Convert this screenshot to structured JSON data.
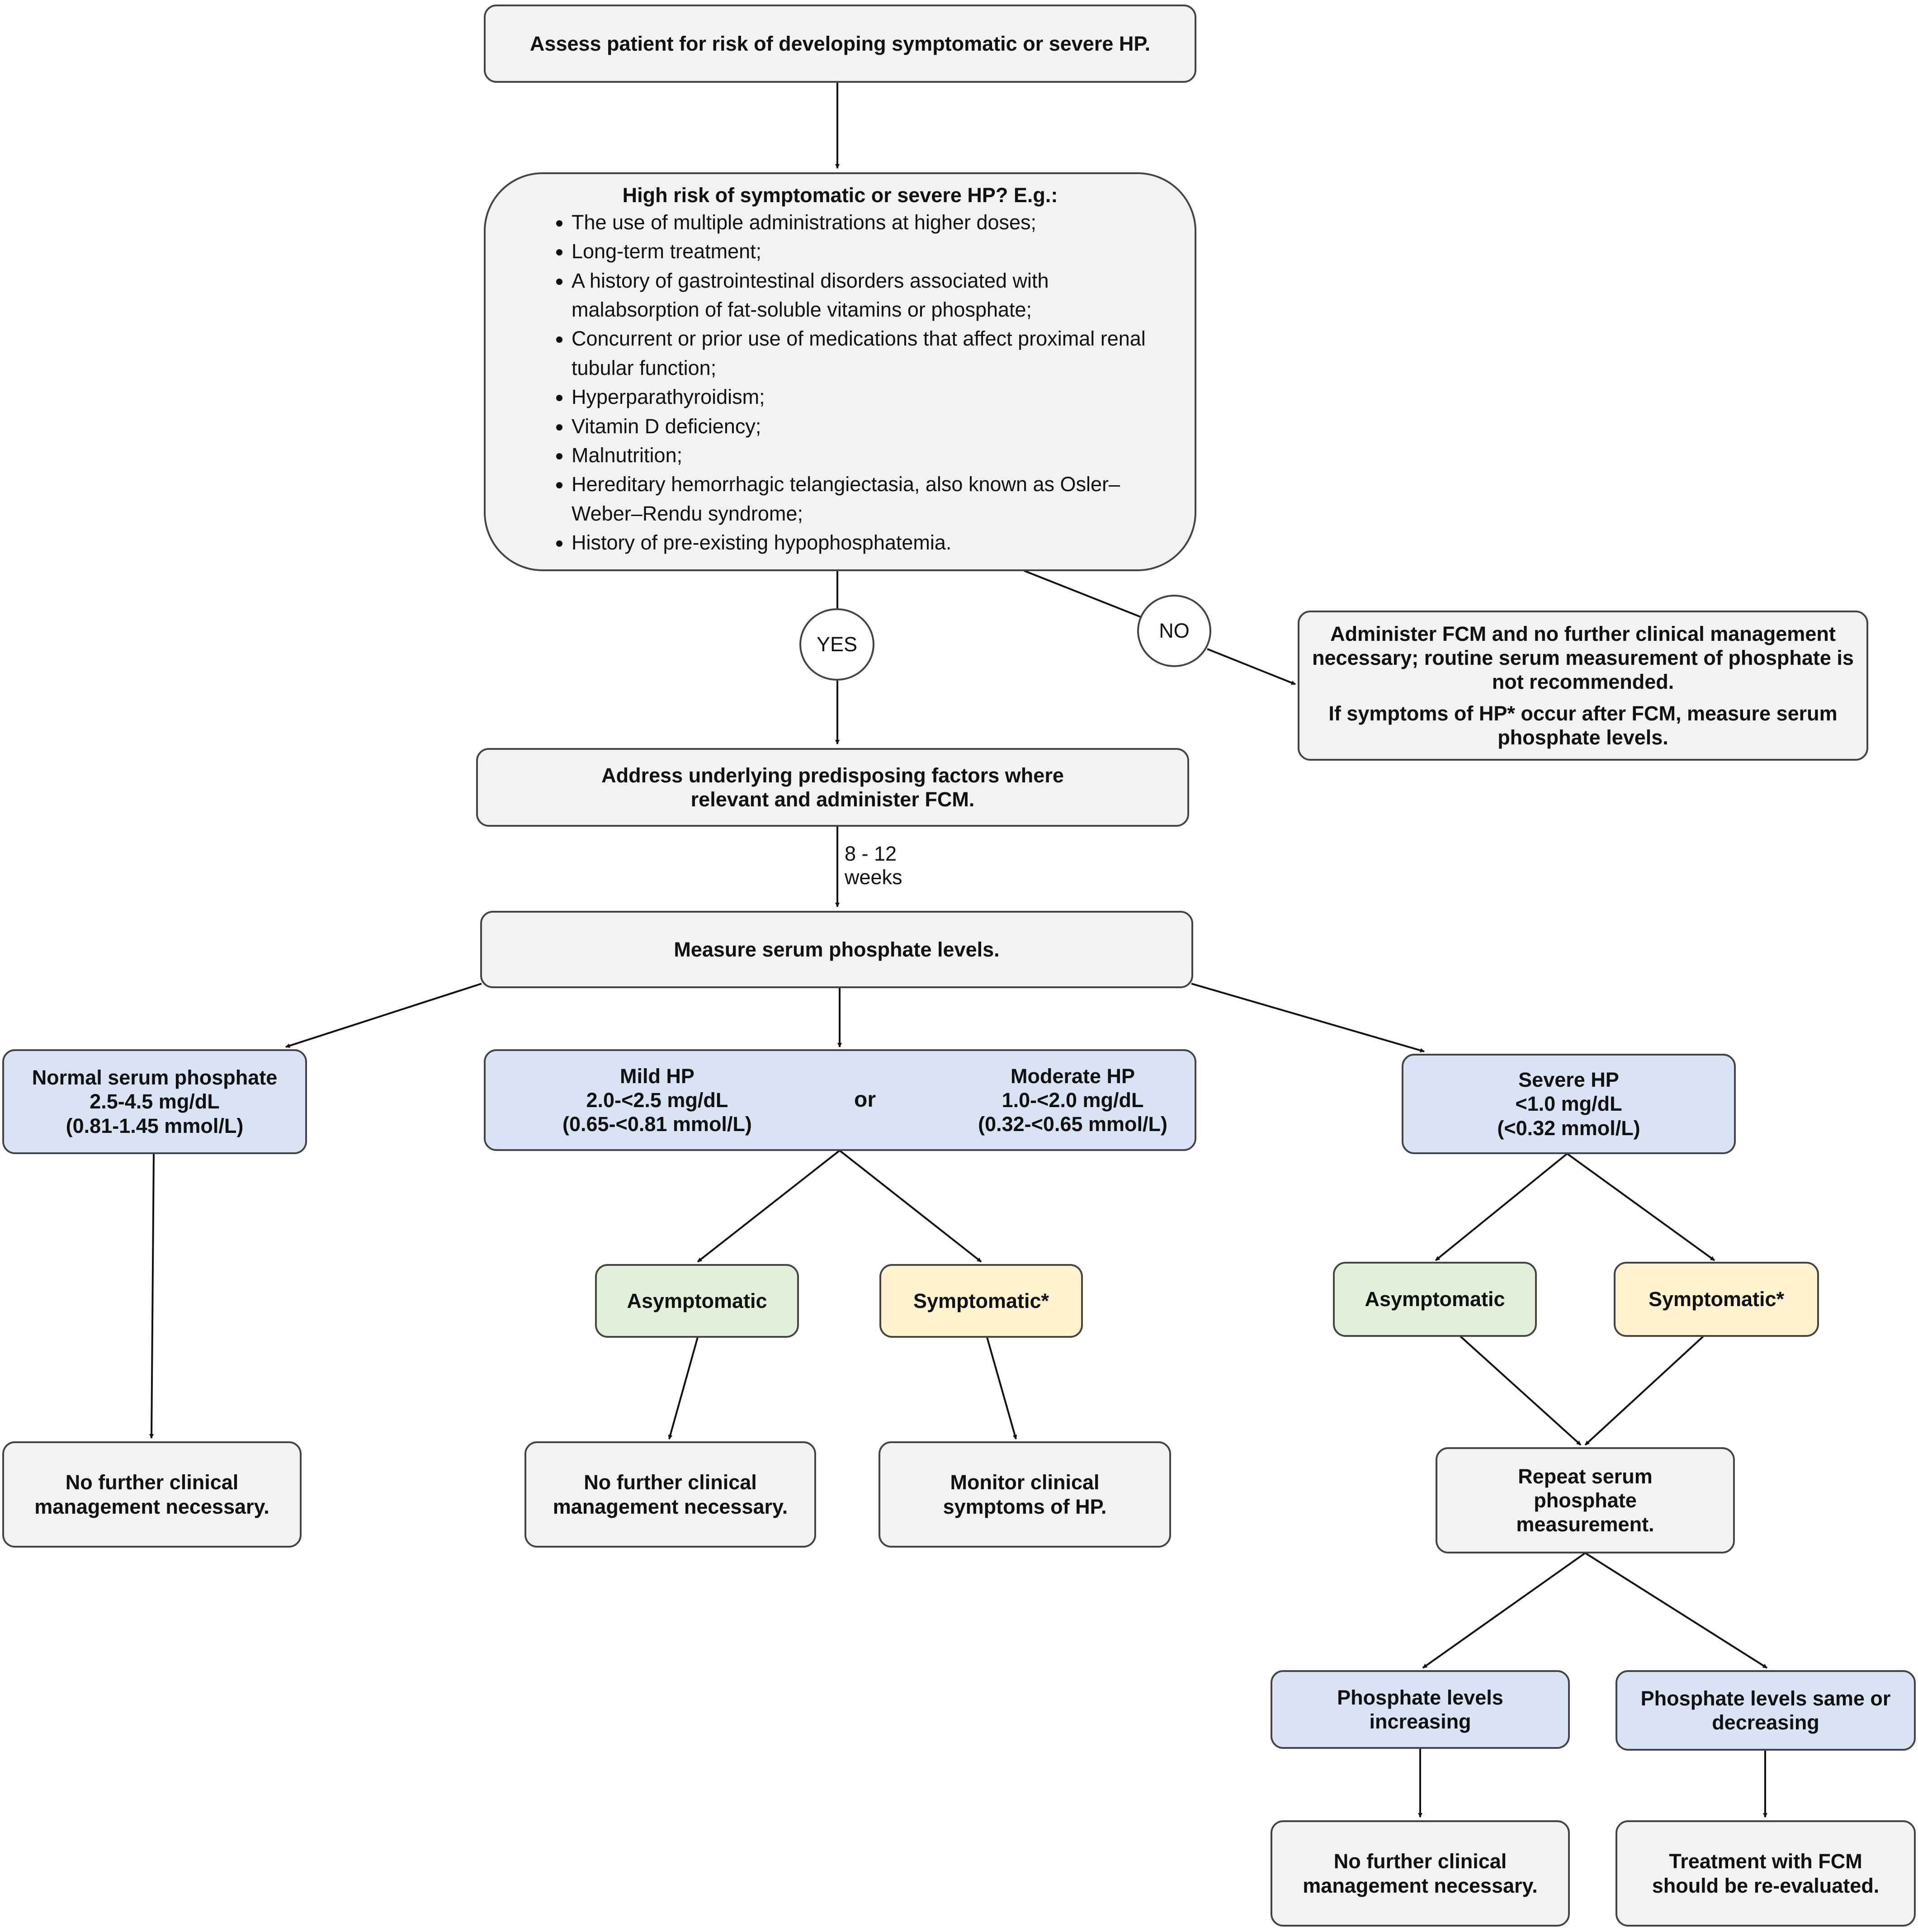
{
  "start": {
    "text": "Assess patient for risk of developing symptomatic or severe HP."
  },
  "risk": {
    "title": "High risk of symptomatic or severe HP? E.g.:",
    "items": [
      "The use of multiple administrations at higher doses;",
      "Long-term treatment;",
      "A history of gastrointestinal disorders associated with malabsorption of fat-soluble vitamins or phosphate;",
      "Concurrent or prior use of medications that affect proximal renal tubular function;",
      "Hyperparathyroidism;",
      "Vitamin D deficiency;",
      "Malnutrition;",
      "Hereditary hemorrhagic telangiectasia, also known as Osler–Weber–Rendu syndrome;",
      "History of pre-existing hypophosphatemia."
    ]
  },
  "decision": {
    "yes": "YES",
    "no": "NO"
  },
  "no_branch": {
    "line1": "Administer FCM and no further clinical management necessary; routine serum measurement of phosphate is not recommended.",
    "line2": "If symptoms of HP* occur after FCM, measure serum phosphate levels."
  },
  "address": {
    "text": "Address underlying predisposing factors where relevant and administer FCM."
  },
  "interval": {
    "line1": "8 - 12",
    "line2": "weeks"
  },
  "measure": {
    "text": "Measure serum phosphate levels."
  },
  "normal": {
    "title": "Normal serum phosphate",
    "mgdl": "2.5-4.5 mg/dL",
    "mmol": "(0.81-1.45 mmol/L)"
  },
  "mild": {
    "title": "Mild HP",
    "mgdl": "2.0-<2.5 mg/dL",
    "mmol": "(0.65-<0.81 mmol/L)"
  },
  "or_word": "or",
  "moderate": {
    "title": "Moderate HP",
    "mgdl": "1.0-<2.0 mg/dL",
    "mmol": "(0.32-<0.65 mmol/L)"
  },
  "severe": {
    "title": "Severe HP",
    "mgdl": "<1.0 mg/dL",
    "mmol": "(<0.32 mmol/L)"
  },
  "mid_asym": "Asymptomatic",
  "mid_sym": "Symptomatic*",
  "sev_asym": "Asymptomatic",
  "sev_sym": "Symptomatic*",
  "normal_outcome": "No further clinical management necessary.",
  "mid_asym_outcome": "No further clinical management necessary.",
  "mid_sym_outcome": "Monitor clinical symptoms of HP.",
  "repeat": "Repeat serum phosphate measurement.",
  "increasing": "Phosphate levels increasing",
  "decreasing": "Phosphate levels same or decreasing",
  "increasing_outcome": "No further clinical management necessary.",
  "decreasing_outcome": "Treatment with FCM should be re-evaluated.",
  "colors": {
    "box_gray": "#f2f2f2",
    "box_blue": "#dae3f3",
    "box_green": "#e2efda",
    "box_yellow": "#fff2cc",
    "border": "#444444"
  }
}
